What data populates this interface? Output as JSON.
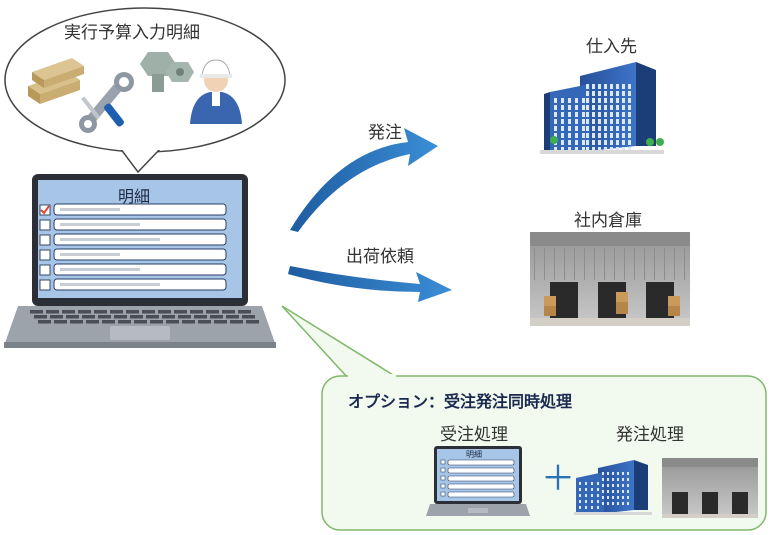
{
  "bubble": {
    "title": "実行予算入力明細",
    "items": [
      "lumber-icon",
      "tools-icon",
      "bolt-nut-icon",
      "worker-icon"
    ]
  },
  "laptop": {
    "screen_title": "明細",
    "rows": 6,
    "checked_row": 0
  },
  "flows": [
    {
      "label": "発注",
      "target": "仕入先"
    },
    {
      "label": "出荷依頼",
      "target": "社内倉庫"
    }
  ],
  "targets": {
    "supplier": {
      "label": "仕入先",
      "icon": "office-building-icon"
    },
    "warehouse": {
      "label": "社内倉庫",
      "icon": "warehouse-icon"
    }
  },
  "option": {
    "title": "オプション：受注発注同時処理",
    "left_label": "受注処理",
    "right_label": "発注処理",
    "operator": "＋",
    "mini_screen_title": "明細"
  },
  "colors": {
    "arrow_blue": "#2a72b8",
    "option_border": "#7fb86a",
    "option_fill": "#f2f9ee",
    "screen_blue": "#a7c5e6",
    "building_blue": "#2f5fae"
  }
}
